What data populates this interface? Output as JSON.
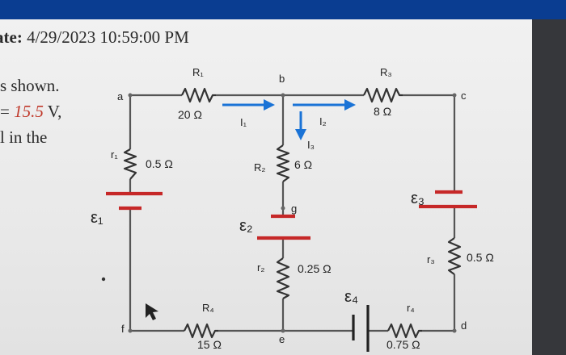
{
  "header": {
    "date_label": "ate:",
    "date_value": "4/29/2023 10:59:00 PM"
  },
  "left_text": {
    "line1": "s shown.",
    "line2_prefix": "= ",
    "line2_value": "15.5",
    "line2_suffix": " V,",
    "line3": "l in the"
  },
  "circuit": {
    "nodes": {
      "a": "a",
      "b": "b",
      "c": "c",
      "d": "d",
      "e": "e",
      "f": "f",
      "g": "g"
    },
    "resistors": {
      "R1": {
        "label": "R₁",
        "value": "20 Ω"
      },
      "R2": {
        "label": "R₂",
        "value": "6 Ω"
      },
      "R3": {
        "label": "R₃",
        "value": "8 Ω"
      },
      "R4": {
        "label": "R₄",
        "value": "15 Ω"
      },
      "r1": {
        "label": "r₁",
        "value": "0.5 Ω"
      },
      "r2": {
        "label": "r₂",
        "value": "0.25 Ω"
      },
      "r3": {
        "label": "r₃",
        "value": "0.5 Ω"
      },
      "r4": {
        "label": "r₄",
        "value": "0.75 Ω"
      }
    },
    "emfs": {
      "E1": "ε₁",
      "E2": "ε₂",
      "E3": "ε₃",
      "E4": "ε₄"
    },
    "currents": {
      "I1": "I₁",
      "I2": "I₂",
      "I3": "I₃"
    },
    "colors": {
      "wire": "#555555",
      "battery": "#c62828",
      "arrow": "#1a73d6"
    }
  }
}
